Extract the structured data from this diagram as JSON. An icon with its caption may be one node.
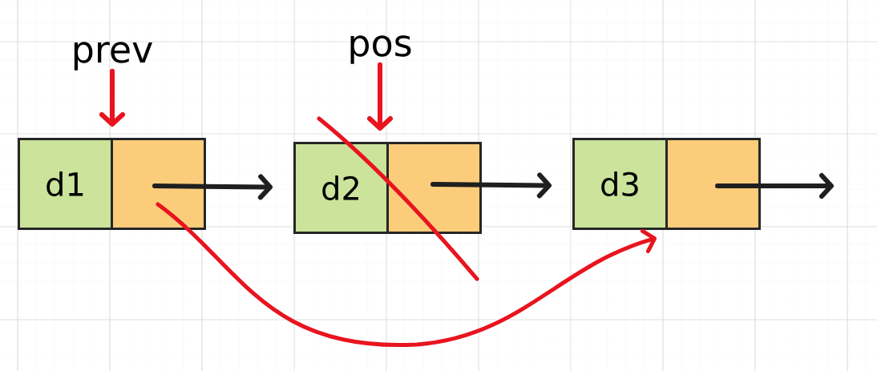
{
  "diagram": {
    "nodes": [
      {
        "text": [
          "prev"
        ]
      },
      {
        "text": [
          "pos"
        ]
      },
      {
        "text": [
          "d1"
        ]
      },
      {
        "text": [],
        "shape": "box"
      },
      {
        "text": [
          "d2"
        ]
      },
      {
        "text": [],
        "shape": "box"
      },
      {
        "text": [
          "d3"
        ]
      },
      {
        "text": [],
        "shape": "box"
      }
    ],
    "edges": [
      {
        "from": 0,
        "to": 2,
        "arrow": "to",
        "color": "#e8141e"
      },
      {
        "from": 1,
        "to": 4,
        "arrow": "to",
        "color": "#e8141e"
      },
      {
        "from": 3,
        "to": 4,
        "arrow": "to",
        "color": "#1f1f1f"
      },
      {
        "from": 5,
        "to": 6,
        "arrow": "to",
        "color": "#1f1f1f"
      },
      {
        "from": 7,
        "to": null,
        "arrow": "to",
        "color": "#1f1f1f"
      },
      {
        "from": 3,
        "to": 6,
        "arrow": "to",
        "color": "#e8141e"
      }
    ]
  }
}
